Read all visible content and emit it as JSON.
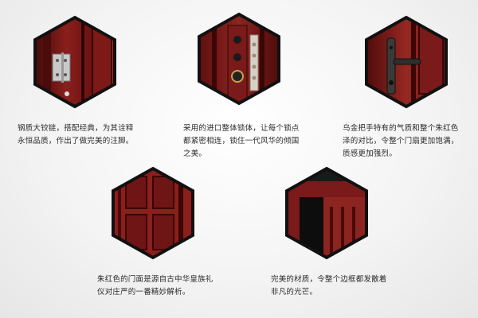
{
  "features": [
    {
      "id": "hinge",
      "icon": "hinge-photo",
      "lines": [
        "钢质大铰链，搭配经典，为其诠释",
        "永恒品质，作出了做完美的注脚。"
      ]
    },
    {
      "id": "lock",
      "icon": "lock-body-photo",
      "lines": [
        "采用的进口整体锁体，让每个锁点",
        "都紧密相连，锁住一代风华的倾国",
        "之美。"
      ]
    },
    {
      "id": "handle",
      "icon": "handle-photo",
      "lines": [
        "乌金把手特有的气质和整个朱红色",
        "泽的对比，令整个门扇更加饱满，",
        "质感更加强烈。"
      ]
    },
    {
      "id": "door-face",
      "icon": "door-panel-photo",
      "lines": [
        "朱红色的门面是源自古中华皇族礼",
        "仪对庄严的一番精妙解析。"
      ]
    },
    {
      "id": "frame",
      "icon": "frame-corner-photo",
      "lines": [
        "完美的材质，令整个边框都发散着",
        "非凡的光芒。"
      ]
    }
  ],
  "colors": {
    "wood": "#7a1a1a",
    "wood_dark": "#3e0808",
    "wood_light": "#a8342e",
    "frame": "#111111"
  }
}
